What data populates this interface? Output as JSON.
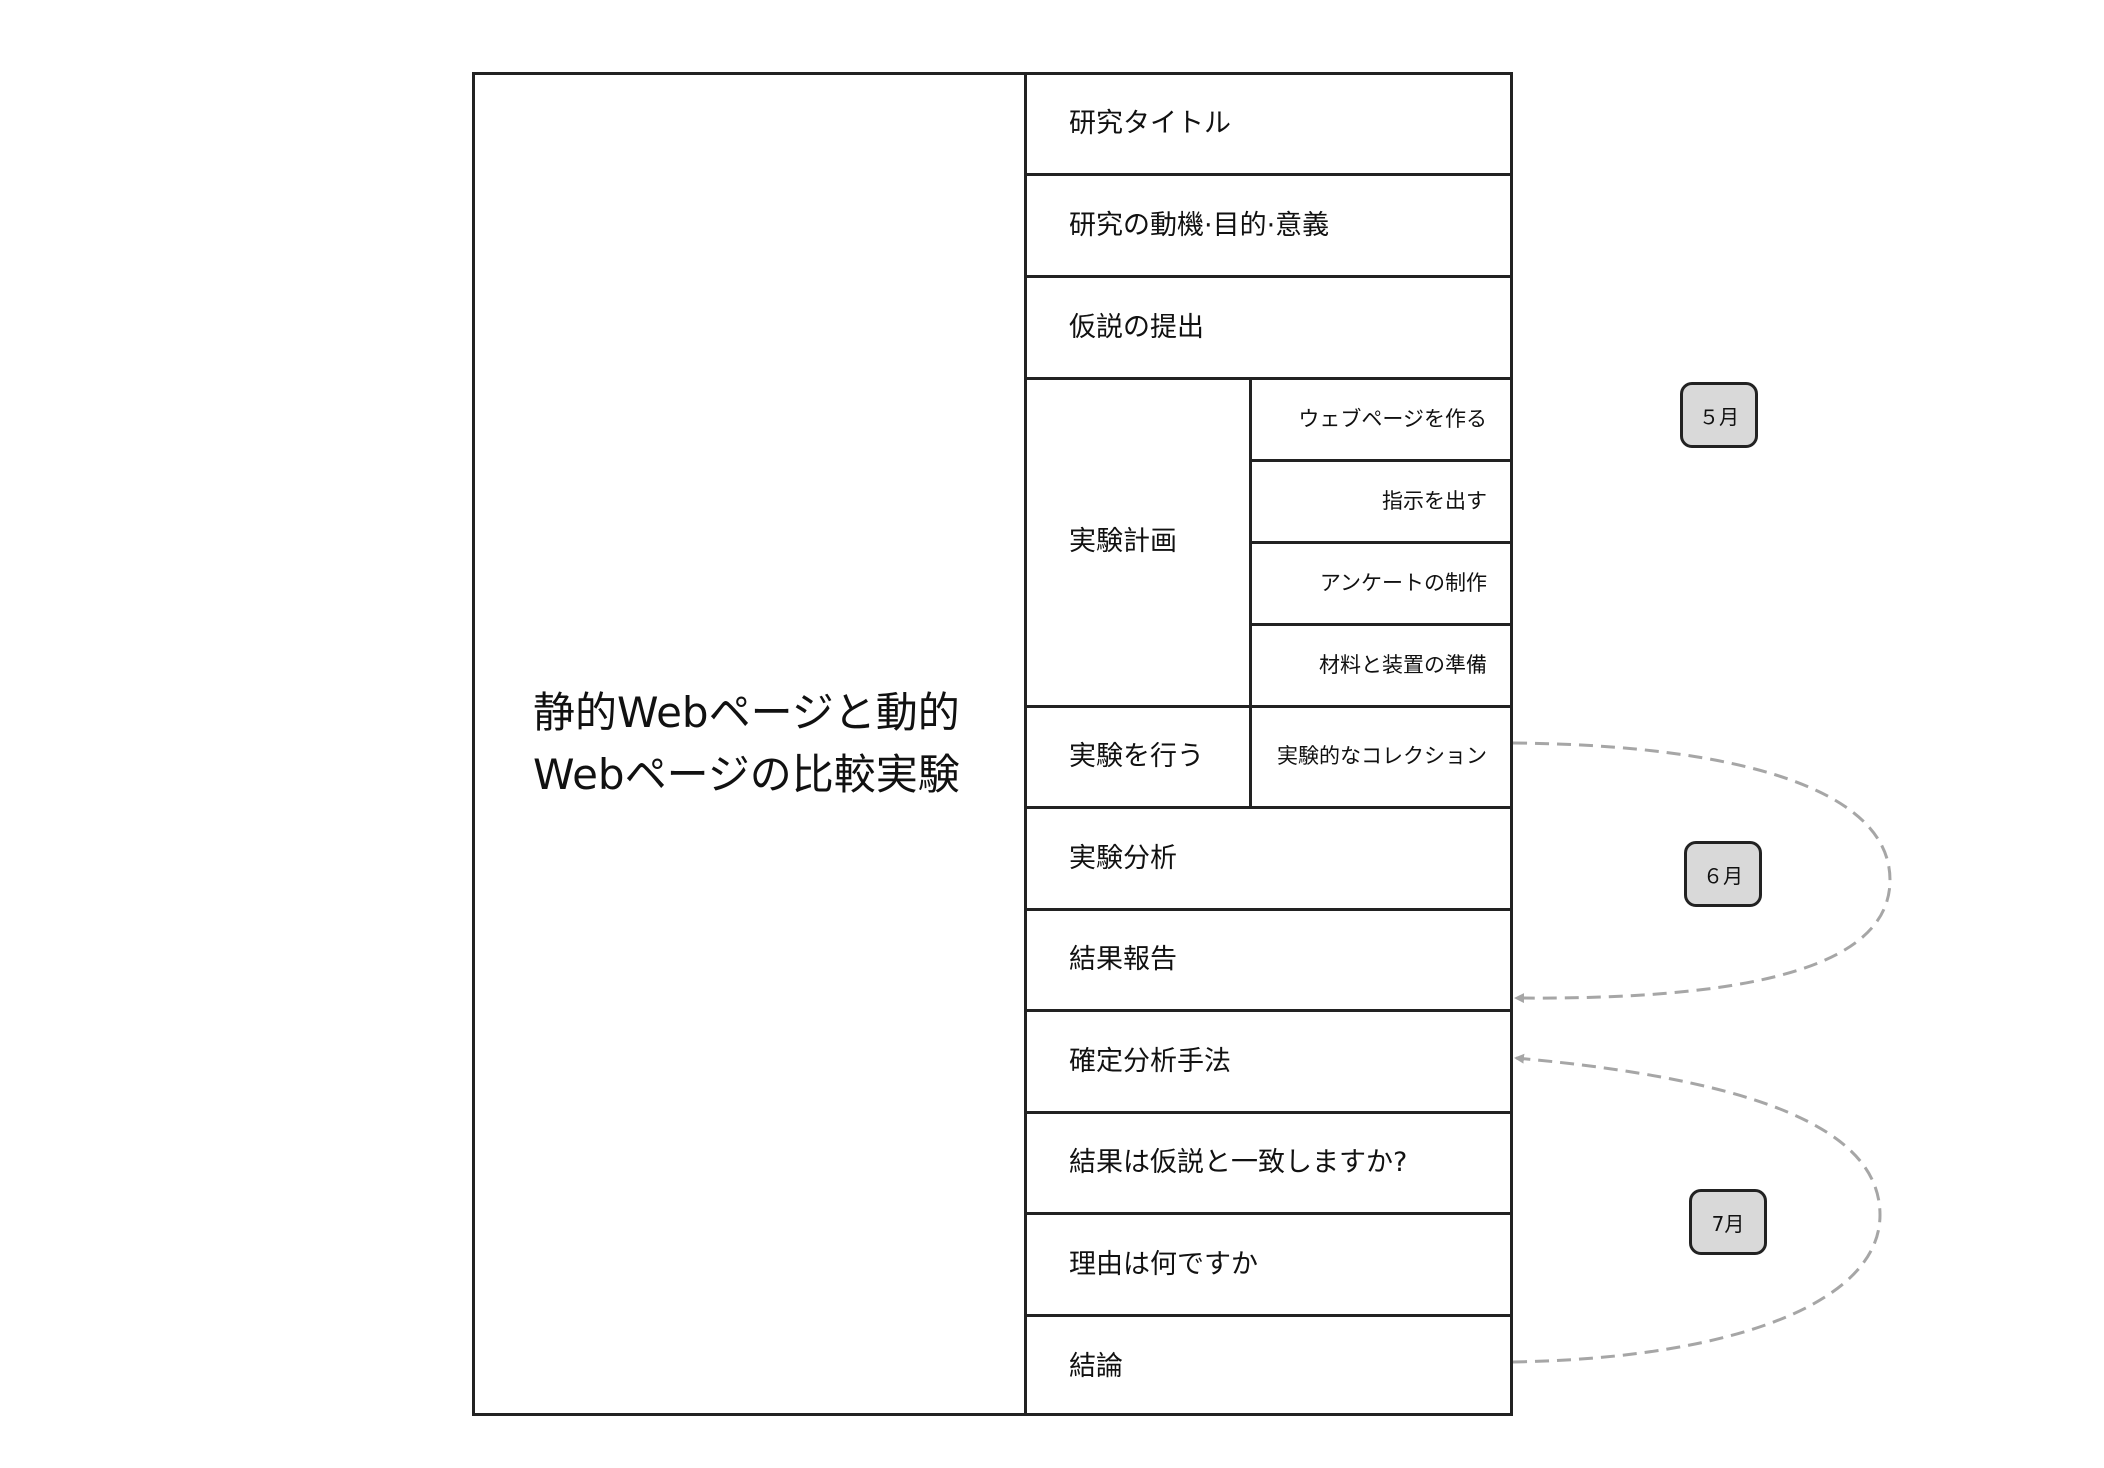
{
  "diagram": {
    "title_line1": "静的Webページと動的",
    "title_line2": "Webページの比較実験",
    "rows": {
      "research_title": "研究タイトル",
      "motivation": "研究の動機·目的·意義",
      "hypothesis": "仮説の提出",
      "experiment_plan": "実験計画",
      "conduct_experiment": "実験を行う",
      "experiment_analysis": "実験分析",
      "result_report": "結果報告",
      "confirm_method": "確定分析手法",
      "match_hypothesis": "結果は仮説と一致しますか?",
      "reason": "理由は何ですか",
      "conclusion": "結論"
    },
    "plan_subitems": [
      "ウェブページを作る",
      "指示を出す",
      "アンケートの制作",
      "材料と装置の準備"
    ],
    "conduct_subitem": "実験的なコレクション",
    "months": [
      "５月",
      "６月",
      "7月"
    ],
    "arrow_color": "#a6a6a6",
    "border_color": "#222222",
    "month_fill": "#d9d9d9"
  }
}
